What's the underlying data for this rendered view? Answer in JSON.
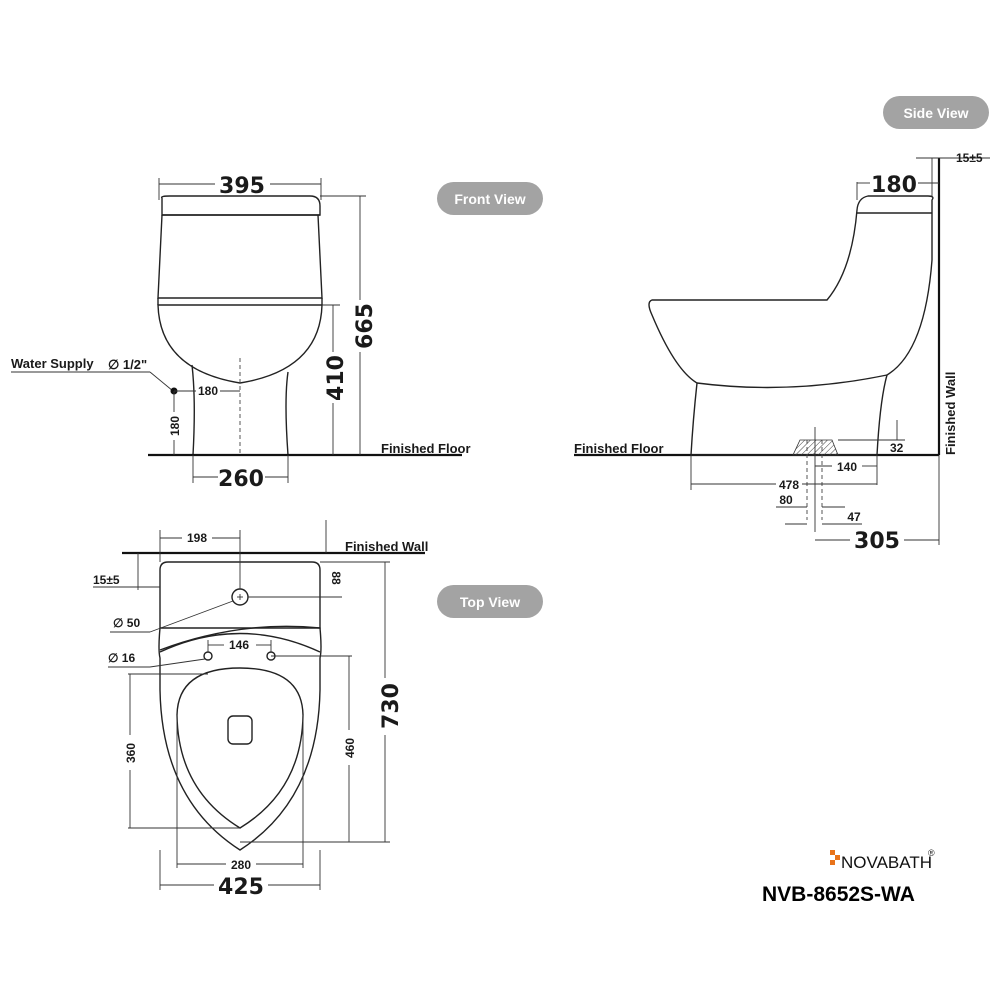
{
  "views": {
    "front": "Front View",
    "side": "Side View",
    "top": "Top View"
  },
  "labels": {
    "finished_floor": "Finished Floor",
    "finished_wall": "Finished Wall",
    "water_supply": "Water Supply",
    "water_supply_size": "∅ 1/2\""
  },
  "front_dims": {
    "width_top": "395",
    "height_total": "665",
    "height_seat": "410",
    "supply_offset": "180",
    "supply_height": "180",
    "base_width": "260"
  },
  "side_dims": {
    "tank_depth": "180",
    "wall_gap": "15±5",
    "depth_478": "478",
    "d80": "80",
    "d140": "140",
    "d32": "32",
    "d47": "47",
    "rough_in": "305"
  },
  "top_dims": {
    "d198": "198",
    "wall_gap": "15±5",
    "d88": "88",
    "hole_50": "∅ 50",
    "hole_16": "∅ 16",
    "d146": "146",
    "d360": "360",
    "d460": "460",
    "length": "730",
    "seat_width": "280",
    "width": "425"
  },
  "brand": {
    "name": "NOVABATH",
    "registered": "®",
    "model": "NVB-8652S-WA",
    "accent": "#e8731a"
  },
  "colors": {
    "badge": "#a3a3a3",
    "line": "#222222"
  }
}
